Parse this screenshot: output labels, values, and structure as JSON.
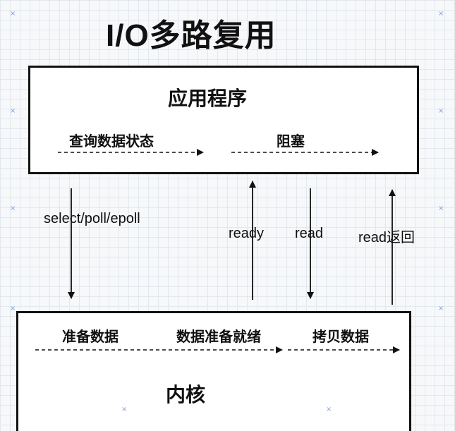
{
  "title": "I/O多路复用",
  "app_box": {
    "label": "应用程序",
    "step1": "查询数据状态",
    "step2": "阻塞"
  },
  "kernel_box": {
    "label": "内核",
    "step1": "准备数据",
    "step2": "数据准备就绪",
    "step3": "拷贝数据"
  },
  "arrows": {
    "select_poll_epoll": "select/poll/epoll",
    "ready": "ready",
    "read": "read",
    "read_return": "read返回"
  }
}
